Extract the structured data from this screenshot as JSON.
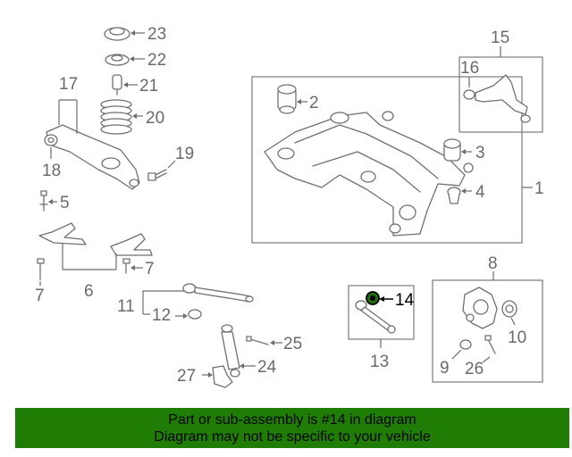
{
  "diagram": {
    "highlighted_part": "14",
    "callouts": {
      "c1": "1",
      "c2": "2",
      "c3": "3",
      "c4": "4",
      "c5": "5",
      "c6": "6",
      "c7a": "7",
      "c7b": "7",
      "c8": "8",
      "c9": "9",
      "c10": "10",
      "c11": "11",
      "c12": "12",
      "c13": "13",
      "c14": "14",
      "c15": "15",
      "c16": "16",
      "c17": "17",
      "c18": "18",
      "c19": "19",
      "c20": "20",
      "c21": "21",
      "c22": "22",
      "c23": "23",
      "c24": "24",
      "c25": "25",
      "c26": "26",
      "c27": "27"
    }
  },
  "banner": {
    "line1": "Part or sub-assembly is #14 in diagram",
    "line2": "Diagram may not be specific to your vehicle"
  },
  "colors": {
    "banner_bg": "#1f7d06",
    "highlight": "#1f6e0a",
    "line_art": "#707070"
  }
}
